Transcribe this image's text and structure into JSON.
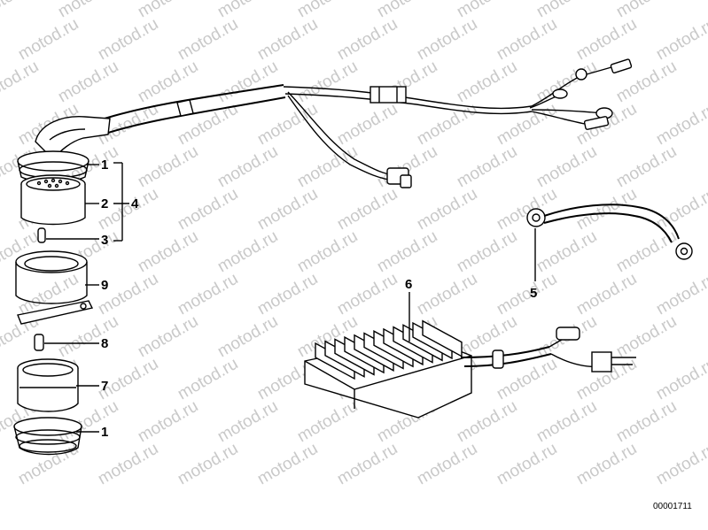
{
  "watermark": {
    "text": "motod.ru"
  },
  "diagram": {
    "reference_number": "00001711",
    "callouts": {
      "c1_top": "1",
      "c2": "2",
      "c3": "3",
      "c4": "4",
      "c5": "5",
      "c6": "6",
      "c7": "7",
      "c8": "8",
      "c9": "9",
      "c1_bottom": "1"
    }
  }
}
